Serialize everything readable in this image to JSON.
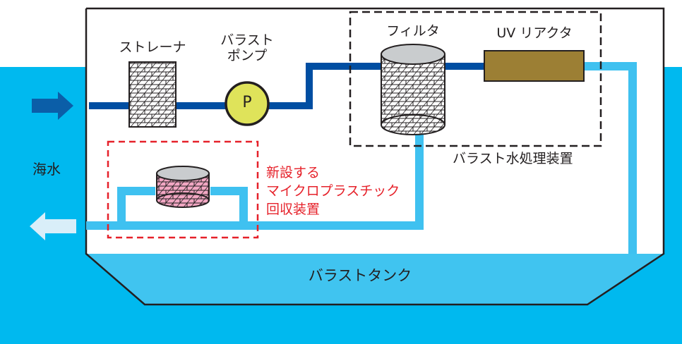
{
  "labels": {
    "strainer": "ストレーナ",
    "ballast_pump_line1": "バラスト",
    "ballast_pump_line2": "ポンプ",
    "pump_symbol": "P",
    "filter": "フィルタ",
    "uv_reactor": "UV リアクタ",
    "treatment_system": "バラスト水処理装置",
    "seawater": "海水",
    "new_device_line1": "新設する",
    "new_device_line2": "マイクロプラスチック",
    "new_device_line3": "回収装置",
    "ballast_tank": "バラストタンク"
  },
  "colors": {
    "sea": "#00b9ef",
    "tank": "#40c4f0",
    "pipe_inflow": "#004ea2",
    "pipe_outflow": "#3fc1f0",
    "inflow_arrow": "#0b5ea8",
    "outflow_arrow": "#d9eef9",
    "pump_fill": "#dfe35a",
    "uv_reactor_fill": "#9c7f34",
    "collector_fill": "#f2a7c3",
    "new_device_border": "#e6212a",
    "treatment_border": "#231f20"
  },
  "icons": {
    "strainer": "mesh-block-icon",
    "pump": "pump-circle-icon",
    "filter": "cylinder-filter-icon",
    "collector": "cylinder-collector-icon"
  }
}
